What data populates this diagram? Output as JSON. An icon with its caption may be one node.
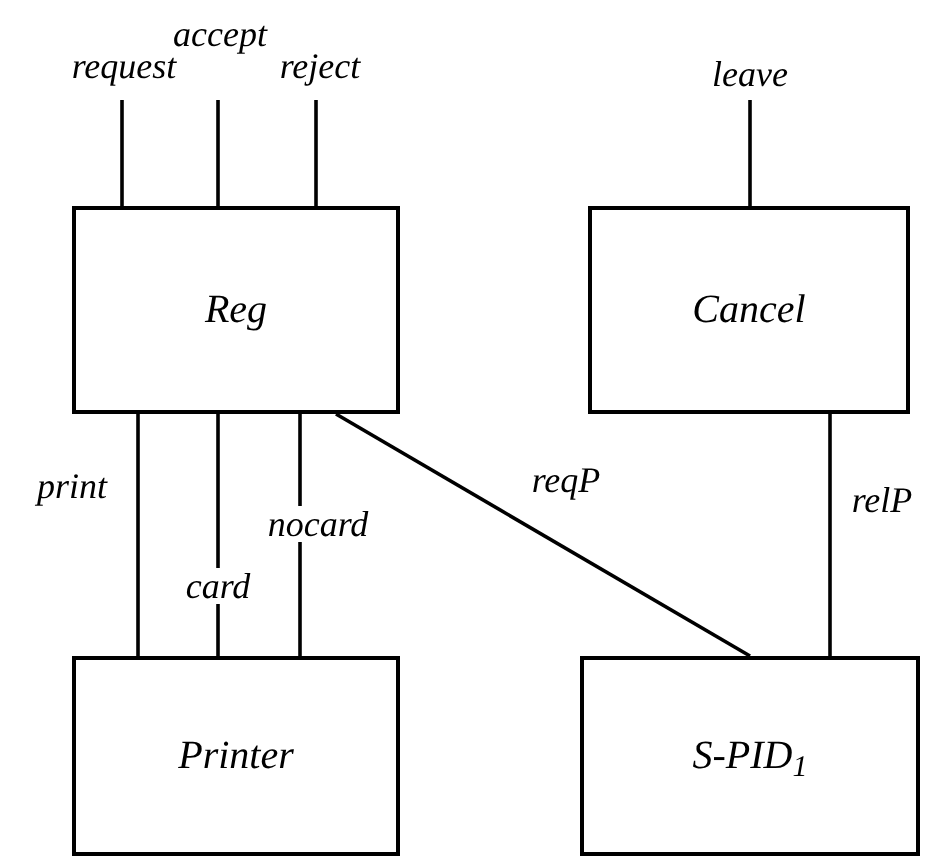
{
  "diagram": {
    "nodes": [
      {
        "text": [
          "Reg"
        ]
      },
      {
        "text": [
          "Cancel"
        ]
      },
      {
        "text": [
          "Printer"
        ]
      },
      {
        "text": [
          "S-PID$_{1}$"
        ]
      }
    ],
    "edges": [
      {
        "from": null,
        "to": 0,
        "arrow": "none",
        "label": "request"
      },
      {
        "from": null,
        "to": 0,
        "arrow": "none",
        "label": "accept"
      },
      {
        "from": null,
        "to": 0,
        "arrow": "none",
        "label": "reject"
      },
      {
        "from": null,
        "to": 1,
        "arrow": "none",
        "label": "leave"
      },
      {
        "from": 0,
        "to": 2,
        "arrow": "none",
        "label": "print"
      },
      {
        "from": 0,
        "to": 2,
        "arrow": "none",
        "label": "card"
      },
      {
        "from": 0,
        "to": 2,
        "arrow": "none",
        "label": "nocard"
      },
      {
        "from": 0,
        "to": 3,
        "arrow": "none",
        "label": "reqP"
      },
      {
        "from": 1,
        "to": 3,
        "arrow": "none",
        "label": "relP"
      }
    ]
  }
}
